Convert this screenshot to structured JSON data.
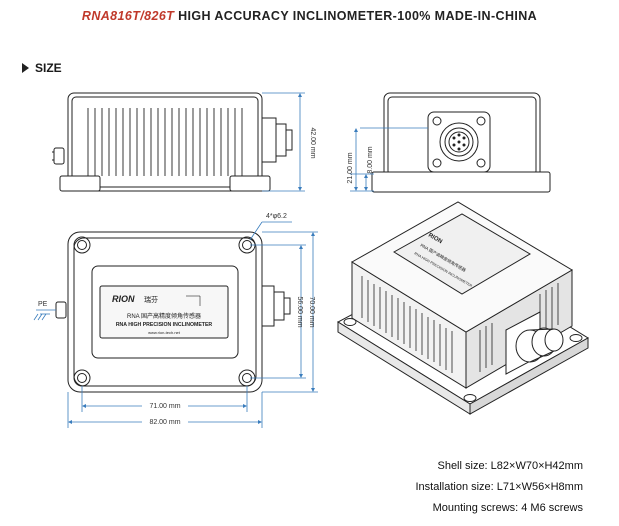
{
  "header": {
    "model": "RNA816T/826T",
    "title_rest": "HIGH ACCURACY INCLINOMETER-100% MADE-IN-CHINA"
  },
  "section": {
    "label": "SIZE"
  },
  "drawing": {
    "dims": {
      "height_total": "42.00 mm",
      "height_a": "21.00 mm",
      "height_b": "8.00 mm",
      "width_inner": "56.00 mm",
      "width_outer": "70.00 mm",
      "len_inner": "71.00 mm",
      "len_outer": "82.00 mm",
      "holes": "4*φ6.2"
    },
    "pe_label": "PE",
    "label_brand": "RION",
    "label_cn_brand": "瑞芬",
    "label_line1": "RNA 国产高精度倾角传感器",
    "label_line2": "RNA HIGH PRECISION INCLINOMETER",
    "label_url": "www.rion-tech.net"
  },
  "specs": {
    "shell": "Shell size: L82×W70×H42mm",
    "install": "Installation size: L71×W56×H8mm",
    "screws": "Mounting screws: 4 M6 screws"
  },
  "colors": {
    "accent": "#c0392b",
    "dim_line": "#3a7dbd",
    "outline": "#222222"
  }
}
